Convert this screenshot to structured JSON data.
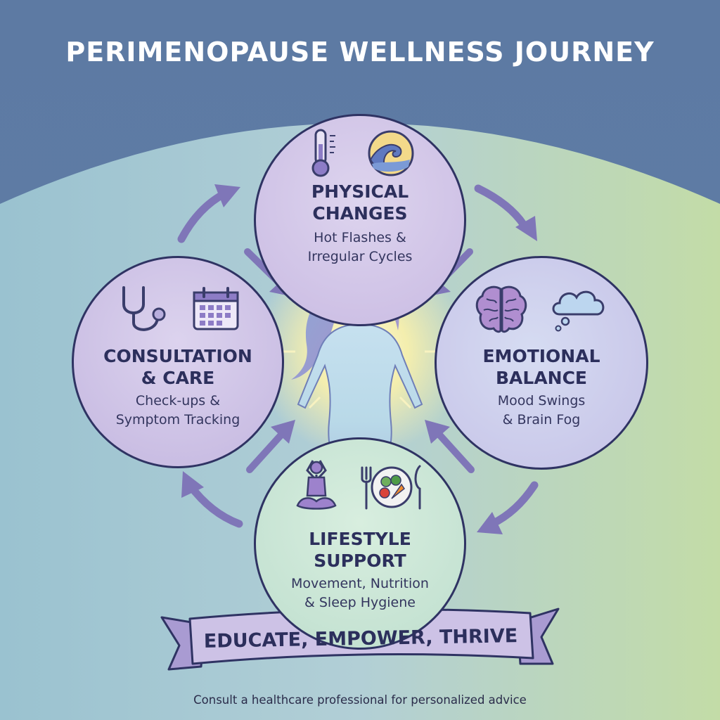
{
  "title": "PERIMENOPAUSE WELLNESS JOURNEY",
  "stages": {
    "physical": {
      "name_lines": [
        "PHYSICAL",
        "CHANGES"
      ],
      "desc_lines": [
        "Hot Flashes &",
        "Irregular Cycles"
      ],
      "icons": [
        "thermometer-icon",
        "wave-icon"
      ]
    },
    "consultation": {
      "name_lines": [
        "CONSULTATION",
        "& CARE"
      ],
      "desc_lines": [
        "Check-ups &",
        "Symptom Tracking"
      ],
      "icons": [
        "stethoscope-icon",
        "calendar-icon"
      ]
    },
    "emotional": {
      "name_lines": [
        "EMOTIONAL",
        "BALANCE"
      ],
      "desc_lines": [
        "Mood Swings",
        "& Brain Fog"
      ],
      "icons": [
        "brain-icon",
        "thought-cloud-icon"
      ]
    },
    "lifestyle": {
      "name_lines": [
        "LIFESTYLE",
        "SUPPORT"
      ],
      "desc_lines": [
        "Movement, Nutrition",
        "& Sleep Hygiene"
      ],
      "icons": [
        "yoga-icon",
        "plate-cutlery-icon"
      ]
    }
  },
  "center_figure": "woman-figure-icon",
  "slogan": "EDUCATE, EMPOWER, THRIVE",
  "footnote": "Consult a healthcare professional for personalized advice",
  "colors": {
    "background_top": "#5b7aa3",
    "background_left": "#9cc3d0",
    "background_right": "#c2dca6",
    "circle_purple": "#cfc2e6",
    "circle_green": "#c6e3d3",
    "arrow": "#7f76b8",
    "outline": "#2f3363",
    "ribbon": "#c9bde3",
    "figure": "#a9c8e6",
    "glow": "#fff6b8"
  }
}
